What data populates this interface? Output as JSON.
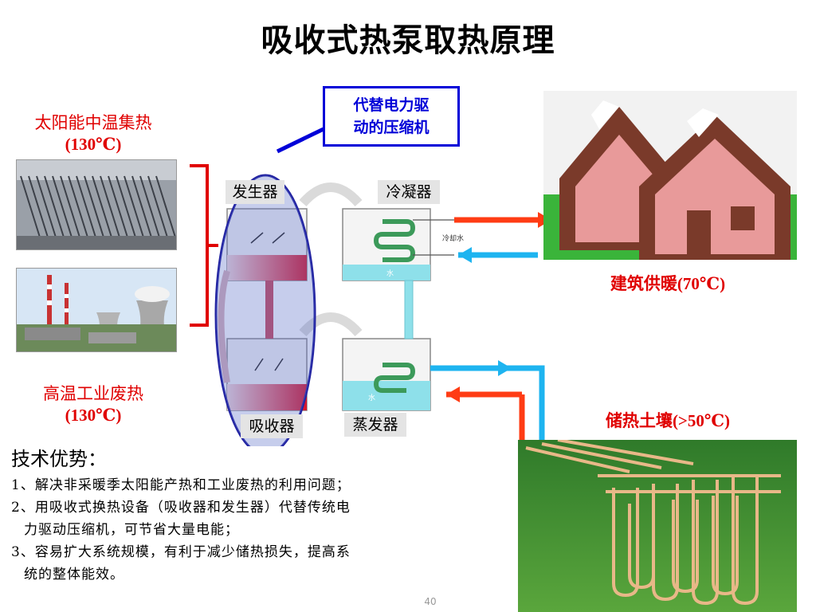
{
  "title": "吸收式热泵取热原理",
  "sources": {
    "solar_label": "太阳能中温集热",
    "solar_temp": "(130℃)",
    "waste_label": "高温工业废热",
    "waste_temp": "(130℃)"
  },
  "callout": {
    "line1": "代替电力驱",
    "line2": "动的压缩机"
  },
  "components": {
    "generator": "发生器",
    "condenser": "冷凝器",
    "absorber": "吸收器",
    "evaporator": "蒸发器",
    "cooling_water": "冷却水",
    "water": "水"
  },
  "outputs": {
    "heating_label": "建筑供暖",
    "heating_temp": "(70℃)",
    "storage_label": "储热土壤",
    "storage_temp": "(>50℃)"
  },
  "advantages": {
    "heading": "技术优势：",
    "items": [
      "1、解决非采暖季太阳能产热和工业废热的利用问题；",
      "2、用吸收式换热设备（吸收器和发生器）代替传统电",
      "力驱动压缩机，可节省大量电能；",
      "3、容易扩大系统规模，有利于减少储热损失，提高系",
      "统的整体能效。"
    ]
  },
  "page_number": "40",
  "colors": {
    "red": "#e00000",
    "blue": "#0000d8",
    "hot_pipe": "#ff3c14",
    "cold_pipe": "#1eb4f0"
  }
}
